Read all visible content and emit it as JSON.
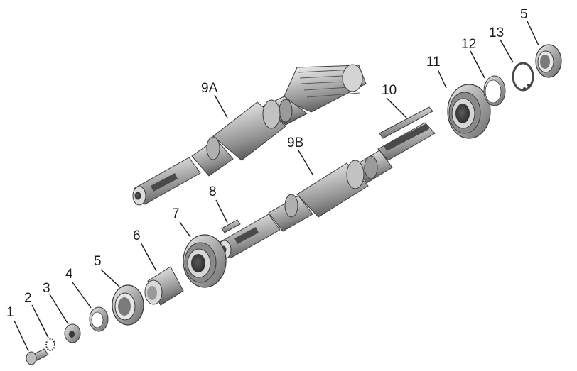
{
  "diagram": {
    "type": "exploded-parts-view",
    "callouts": {
      "c1": "1",
      "c2": "2",
      "c3": "3",
      "c4": "4",
      "c5a": "5",
      "c6": "6",
      "c7": "7",
      "c8": "8",
      "c9a": "9A",
      "c9b": "9B",
      "c10": "10",
      "c11": "11",
      "c12": "12",
      "c13": "13",
      "c5b": "5"
    }
  }
}
